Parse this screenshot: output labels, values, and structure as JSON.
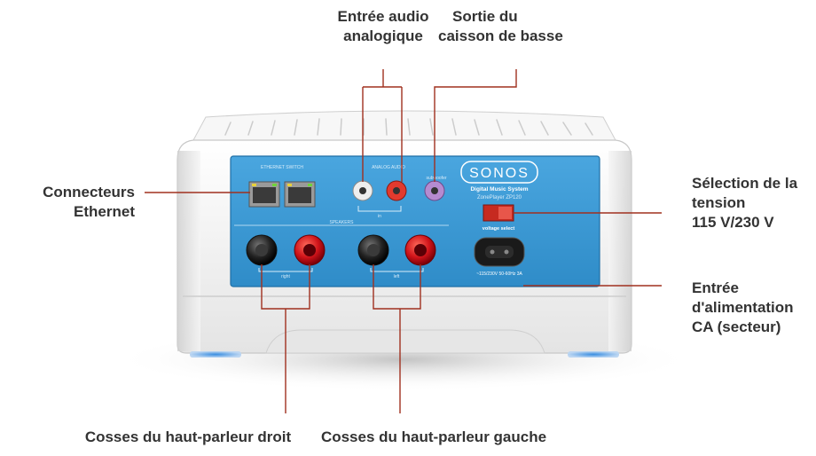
{
  "device": {
    "brand": "SONOS",
    "model_line1": "Digital Music System",
    "model_line2": "ZonePlayer ZP120",
    "panel_labels": {
      "ethernet": "ETHERNET SWITCH",
      "analog": "ANALOG AUDIO",
      "subwoofer": "subwoofer",
      "speakers": "SPEAKERS",
      "right": "right",
      "left": "left",
      "in": "in",
      "voltage_select": "voltage select",
      "power_rating": "~115/230V 50-60Hz 3A"
    }
  },
  "callouts": {
    "analog_in": [
      "Entrée audio",
      "analogique"
    ],
    "sub_out": [
      "Sortie du",
      "caisson de basse"
    ],
    "ethernet": [
      "Connecteurs",
      "Ethernet"
    ],
    "voltage": [
      "Sélection de la",
      "tension",
      "115 V/230 V"
    ],
    "power": [
      "Entrée",
      "d'alimentation",
      "CA (secteur)"
    ],
    "right_speaker": "Cosses du haut-parleur droit",
    "left_speaker": "Cosses du haut-parleur gauche"
  },
  "colors": {
    "leader": "#a0301f",
    "panel": "#3a9ad6",
    "body": "#f2f2f2",
    "text": "#333333"
  }
}
